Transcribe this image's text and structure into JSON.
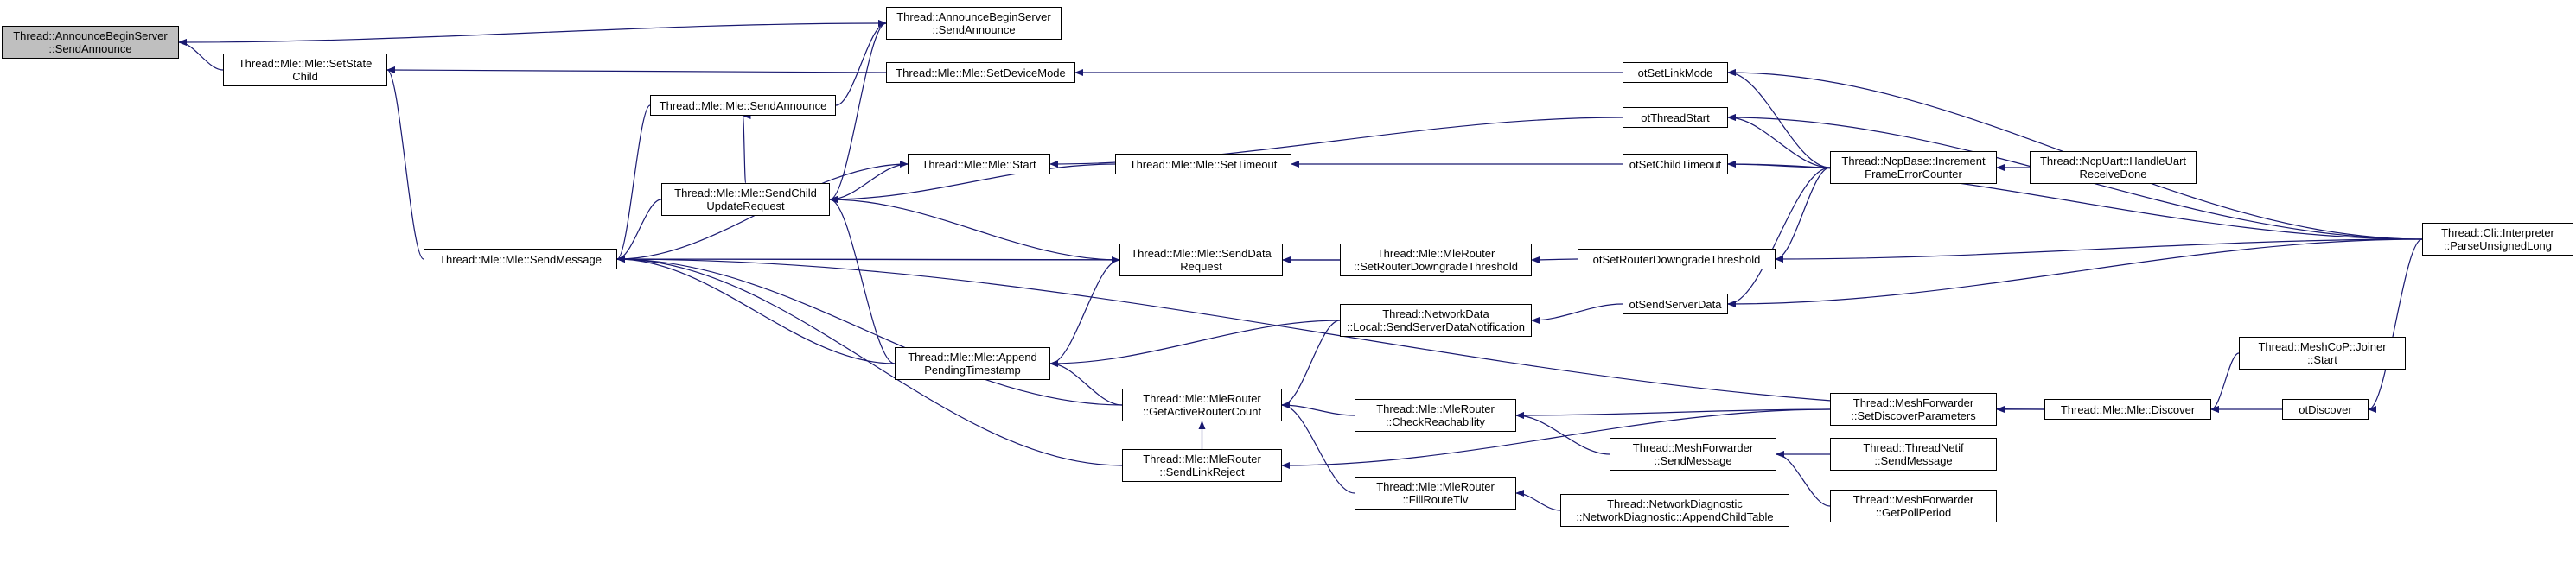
{
  "nodes": [
    {
      "id": "root",
      "label": "Thread::AnnounceBeginServer\n::SendAnnounce",
      "root": true
    },
    {
      "id": "n1",
      "label": "Thread::Mle::Mle::SetState\nChild"
    },
    {
      "id": "n2",
      "label": "Thread::AnnounceBeginServer\n::SendAnnounce"
    },
    {
      "id": "n3",
      "label": "Thread::Mle::Mle::SendMessage"
    },
    {
      "id": "n4",
      "label": "Thread::Mle::Mle::SetDeviceMode"
    },
    {
      "id": "n5",
      "label": "Thread::Mle::Mle::SendAnnounce"
    },
    {
      "id": "n6",
      "label": "Thread::Mle::Mle::Start"
    },
    {
      "id": "n7",
      "label": "Thread::Mle::Mle::SendChild\nUpdateRequest"
    },
    {
      "id": "n8",
      "label": "Thread::Mle::Mle::SetTimeout"
    },
    {
      "id": "n9",
      "label": "Thread::Mle::Mle::SendData\nRequest"
    },
    {
      "id": "n10",
      "label": "Thread::Mle::MleRouter\n::SetRouterDowngradeThreshold"
    },
    {
      "id": "n11",
      "label": "Thread::NetworkData\n::Local::SendServerDataNotification"
    },
    {
      "id": "n12",
      "label": "Thread::Mle::Mle::Append\nPendingTimestamp"
    },
    {
      "id": "n13",
      "label": "Thread::Mle::MleRouter\n::GetActiveRouterCount"
    },
    {
      "id": "n14",
      "label": "Thread::Mle::MleRouter\n::SendLinkReject"
    },
    {
      "id": "n15",
      "label": "Thread::Mle::MleRouter\n::CheckReachability"
    },
    {
      "id": "n16",
      "label": "Thread::Mle::MleRouter\n::FillRouteTlv"
    },
    {
      "id": "n17",
      "label": "otSetLinkMode"
    },
    {
      "id": "n18",
      "label": "otThreadStart"
    },
    {
      "id": "n19",
      "label": "otSetChildTimeout"
    },
    {
      "id": "n20",
      "label": "otSetRouterDowngradeThreshold"
    },
    {
      "id": "n21",
      "label": "otSendServerData"
    },
    {
      "id": "n22",
      "label": "Thread::NcpBase::Increment\nFrameErrorCounter"
    },
    {
      "id": "n23",
      "label": "Thread::NcpUart::HandleUart\nReceiveDone"
    },
    {
      "id": "n24",
      "label": "Thread::Cli::Interpreter\n::ParseUnsignedLong"
    },
    {
      "id": "n25",
      "label": "Thread::MeshForwarder\n::SetDiscoverParameters"
    },
    {
      "id": "n26",
      "label": "Thread::MeshForwarder\n::SendMessage"
    },
    {
      "id": "n27",
      "label": "Thread::ThreadNetif\n::SendMessage"
    },
    {
      "id": "n28",
      "label": "Thread::MeshForwarder\n::GetPollPeriod"
    },
    {
      "id": "n29",
      "label": "Thread::NetworkDiagnostic\n::NetworkDiagnostic::AppendChildTable"
    },
    {
      "id": "n30",
      "label": "Thread::Mle::Mle::Discover"
    },
    {
      "id": "n31",
      "label": "Thread::MeshCoP::Joiner\n::Start"
    },
    {
      "id": "n32",
      "label": "otDiscover"
    }
  ],
  "edges": [
    [
      "n1",
      "root"
    ],
    [
      "n2",
      "root"
    ],
    [
      "n3",
      "n1"
    ],
    [
      "n4",
      "n1"
    ],
    [
      "n5",
      "n2"
    ],
    [
      "n7",
      "n2"
    ],
    [
      "n5",
      "n3"
    ],
    [
      "n6",
      "n3"
    ],
    [
      "n7",
      "n3"
    ],
    [
      "n9",
      "n3"
    ],
    [
      "n10",
      "n3"
    ],
    [
      "n12",
      "n3"
    ],
    [
      "n13",
      "n3"
    ],
    [
      "n14",
      "n3"
    ],
    [
      "n30",
      "n3"
    ],
    [
      "n7",
      "n5"
    ],
    [
      "n7",
      "n6"
    ],
    [
      "n8",
      "n7"
    ],
    [
      "n9",
      "n7"
    ],
    [
      "n12",
      "n9"
    ],
    [
      "n10",
      "n9"
    ],
    [
      "n12",
      "n7"
    ],
    [
      "n11",
      "n12"
    ],
    [
      "n13",
      "n12"
    ],
    [
      "n11",
      "n13"
    ],
    [
      "n14",
      "n13"
    ],
    [
      "n15",
      "n13"
    ],
    [
      "n16",
      "n13"
    ],
    [
      "n17",
      "n4"
    ],
    [
      "n18",
      "n6"
    ],
    [
      "n19",
      "n8"
    ],
    [
      "n20",
      "n10"
    ],
    [
      "n21",
      "n11"
    ],
    [
      "n22",
      "n17"
    ],
    [
      "n24",
      "n17"
    ],
    [
      "n22",
      "n18"
    ],
    [
      "n24",
      "n18"
    ],
    [
      "n22",
      "n19"
    ],
    [
      "n24",
      "n19"
    ],
    [
      "n22",
      "n20"
    ],
    [
      "n24",
      "n20"
    ],
    [
      "n22",
      "n21"
    ],
    [
      "n24",
      "n21"
    ],
    [
      "n23",
      "n22"
    ],
    [
      "n25",
      "n14"
    ],
    [
      "n25",
      "n15"
    ],
    [
      "n26",
      "n15"
    ],
    [
      "n27",
      "n26"
    ],
    [
      "n28",
      "n26"
    ],
    [
      "n29",
      "n16"
    ],
    [
      "n30",
      "n25"
    ],
    [
      "n31",
      "n30"
    ],
    [
      "n32",
      "n30"
    ],
    [
      "n24",
      "n32"
    ]
  ]
}
